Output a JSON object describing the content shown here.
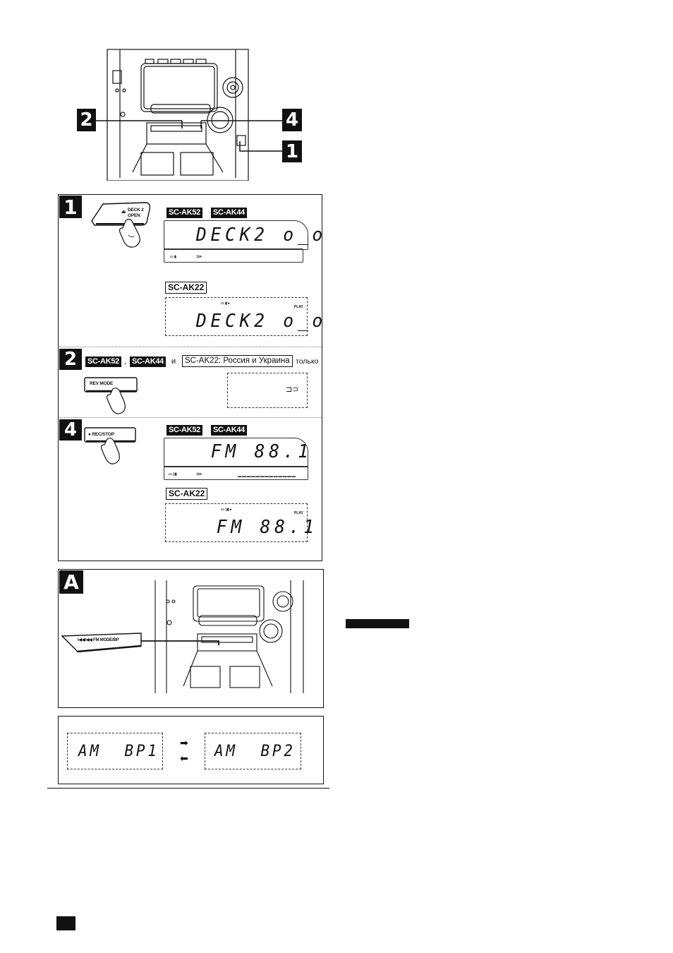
{
  "step_numbers": {
    "one": "1",
    "two": "2",
    "four": "4",
    "a": "A"
  },
  "models": {
    "ak52": "SC-AK52",
    "ak44": "SC-AK44",
    "ak22": "SC-AK22"
  },
  "step1": {
    "button_label_line1": "DECK 2",
    "button_label_line2": "OPEN",
    "display_text": "DECK2 o_o",
    "ak22_indicator": "PLAY"
  },
  "step2": {
    "sep_comma": ",",
    "and_word": "и",
    "ak22_region": "SC-AK22: Россия и Украина",
    "only_word": "только",
    "button_label": "REV MODE",
    "display_glyph": "⊐⊃"
  },
  "step4": {
    "button_label": "● REC/STOP",
    "display_text": "FM 88.1",
    "ak22_indicator": "PLAY"
  },
  "stepA": {
    "button_label": "I◀◀/◀◀ FM MODE/BP",
    "display_left": "AM  BP1",
    "display_right": "AM  BP2",
    "arrow_right": "➡",
    "arrow_left": "⬅"
  },
  "colors": {
    "ink": "#111111",
    "paper": "#ffffff"
  }
}
